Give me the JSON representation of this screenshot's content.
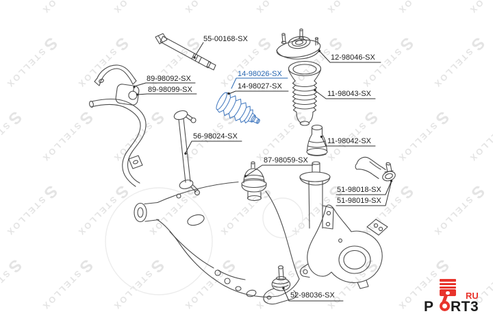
{
  "watermark": {
    "glyph": "S",
    "brand": "STELLOX",
    "color": "#e4e4e4"
  },
  "accent_blue": "#2565b0",
  "art_blue": "#4a7ec2",
  "line_color": "#4a4a4a",
  "labels": [
    {
      "id": "55-00168",
      "text": "55-00168-SX",
      "highlighted": false
    },
    {
      "id": "89-98092",
      "text": "89-98092-SX",
      "highlighted": false
    },
    {
      "id": "89-98099",
      "text": "89-98099-SX",
      "highlighted": false
    },
    {
      "id": "14-98026",
      "text": "14-98026-SX",
      "highlighted": true
    },
    {
      "id": "14-98027",
      "text": "14-98027-SX",
      "highlighted": false
    },
    {
      "id": "12-98046",
      "text": "12-98046-SX",
      "highlighted": false
    },
    {
      "id": "11-98043",
      "text": "11-98043-SX",
      "highlighted": false
    },
    {
      "id": "11-98042",
      "text": "11-98042-SX",
      "highlighted": false
    },
    {
      "id": "56-98024",
      "text": "56-98024-SX",
      "highlighted": false
    },
    {
      "id": "87-98059",
      "text": "87-98059-SX",
      "highlighted": false
    },
    {
      "id": "51-98018",
      "text": "51-98018-SX",
      "highlighted": false
    },
    {
      "id": "51-98019",
      "text": "51-98019-SX",
      "highlighted": false
    },
    {
      "id": "52-98036",
      "text": "52-98036-SX",
      "highlighted": false
    }
  ],
  "logo": {
    "name": "PORT3",
    "p": "P",
    "rt3": "RT3",
    "ru": "RU",
    "red": "#e8342c",
    "dark": "#1b1b1b"
  }
}
